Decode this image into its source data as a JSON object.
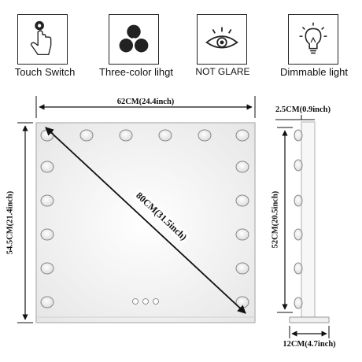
{
  "features": [
    {
      "id": "touch-switch",
      "label": "Touch Switch",
      "icon": "finger-touch-icon"
    },
    {
      "id": "three-color",
      "label": "Three-color lihgt",
      "icon": "three-circles-icon"
    },
    {
      "id": "not-glare",
      "label": "NOT GLARE",
      "icon": "eye-icon"
    },
    {
      "id": "dimmable",
      "label": "Dimmable light",
      "icon": "lightbulb-icon"
    }
  ],
  "dimensions": {
    "width": "62CM(24.4inch)",
    "height": "54.5CM(21.4inch)",
    "diagonal": "80CM(31.5inch)",
    "depth_top": "2.5CM(0.9inch)",
    "side_height": "52CM(20.5inch)",
    "base_depth": "12CM(4.7inch)"
  },
  "colors": {
    "line": "#111111",
    "mirror_edge": "#bdbdbd",
    "bulb_edge": "#888888"
  }
}
